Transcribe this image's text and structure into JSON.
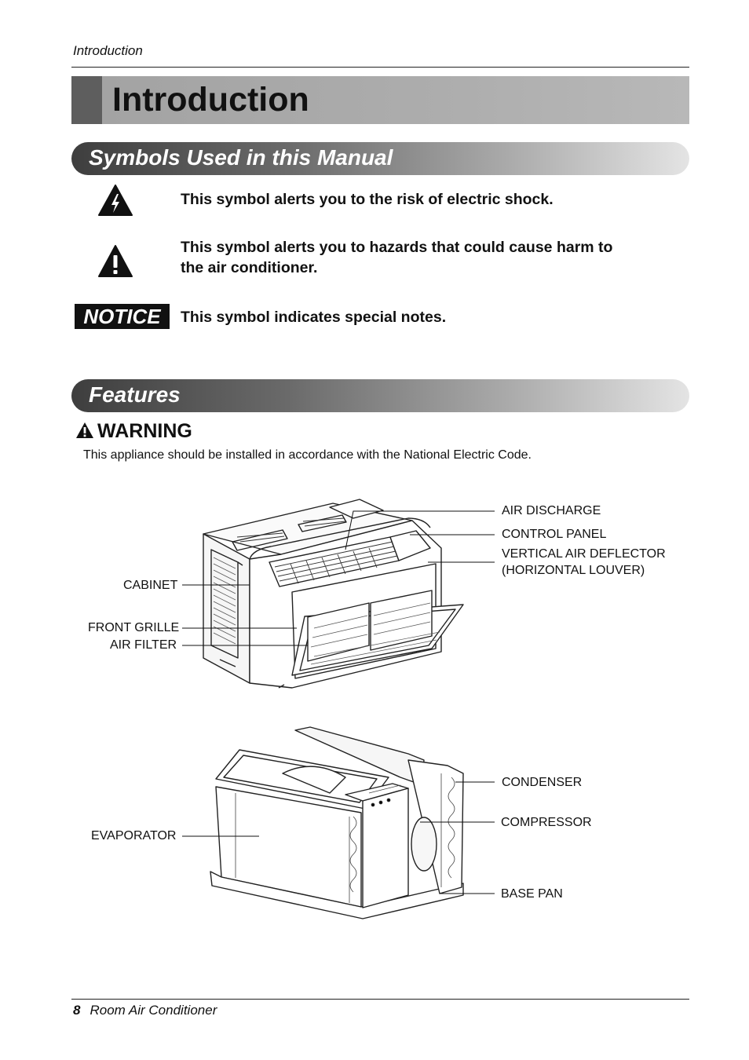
{
  "header": {
    "running_head": "Introduction"
  },
  "chapter": {
    "title": "Introduction"
  },
  "symbols_section": {
    "title": "Symbols Used in this Manual",
    "items": [
      {
        "icon": "electric-shock-warning-icon",
        "text": "This symbol alerts you to the risk of electric shock."
      },
      {
        "icon": "hazard-warning-icon",
        "text_line1": "This symbol alerts you to hazards that could cause harm to",
        "text_line2": "the air conditioner."
      },
      {
        "badge": "NOTICE",
        "text": "This symbol indicates special notes."
      }
    ]
  },
  "features_section": {
    "title": "Features",
    "warning_title": "WARNING",
    "warning_text": "This appliance should be installed in accordance with the National Electric Code."
  },
  "diagram1": {
    "labels": {
      "air_discharge": "AIR DISCHARGE",
      "control_panel": "CONTROL PANEL",
      "vertical_deflector_1": "VERTICAL AIR DEFLECTOR",
      "vertical_deflector_2": "(HORIZONTAL LOUVER)",
      "cabinet": "CABINET",
      "front_grille": "FRONT GRILLE",
      "air_filter": "AIR FILTER"
    }
  },
  "diagram2": {
    "labels": {
      "condenser": "CONDENSER",
      "compressor": "COMPRESSOR",
      "base_pan": "BASE PAN",
      "evaporator": "EVAPORATOR"
    }
  },
  "footer": {
    "page_number": "8",
    "title": "Room Air Conditioner"
  }
}
